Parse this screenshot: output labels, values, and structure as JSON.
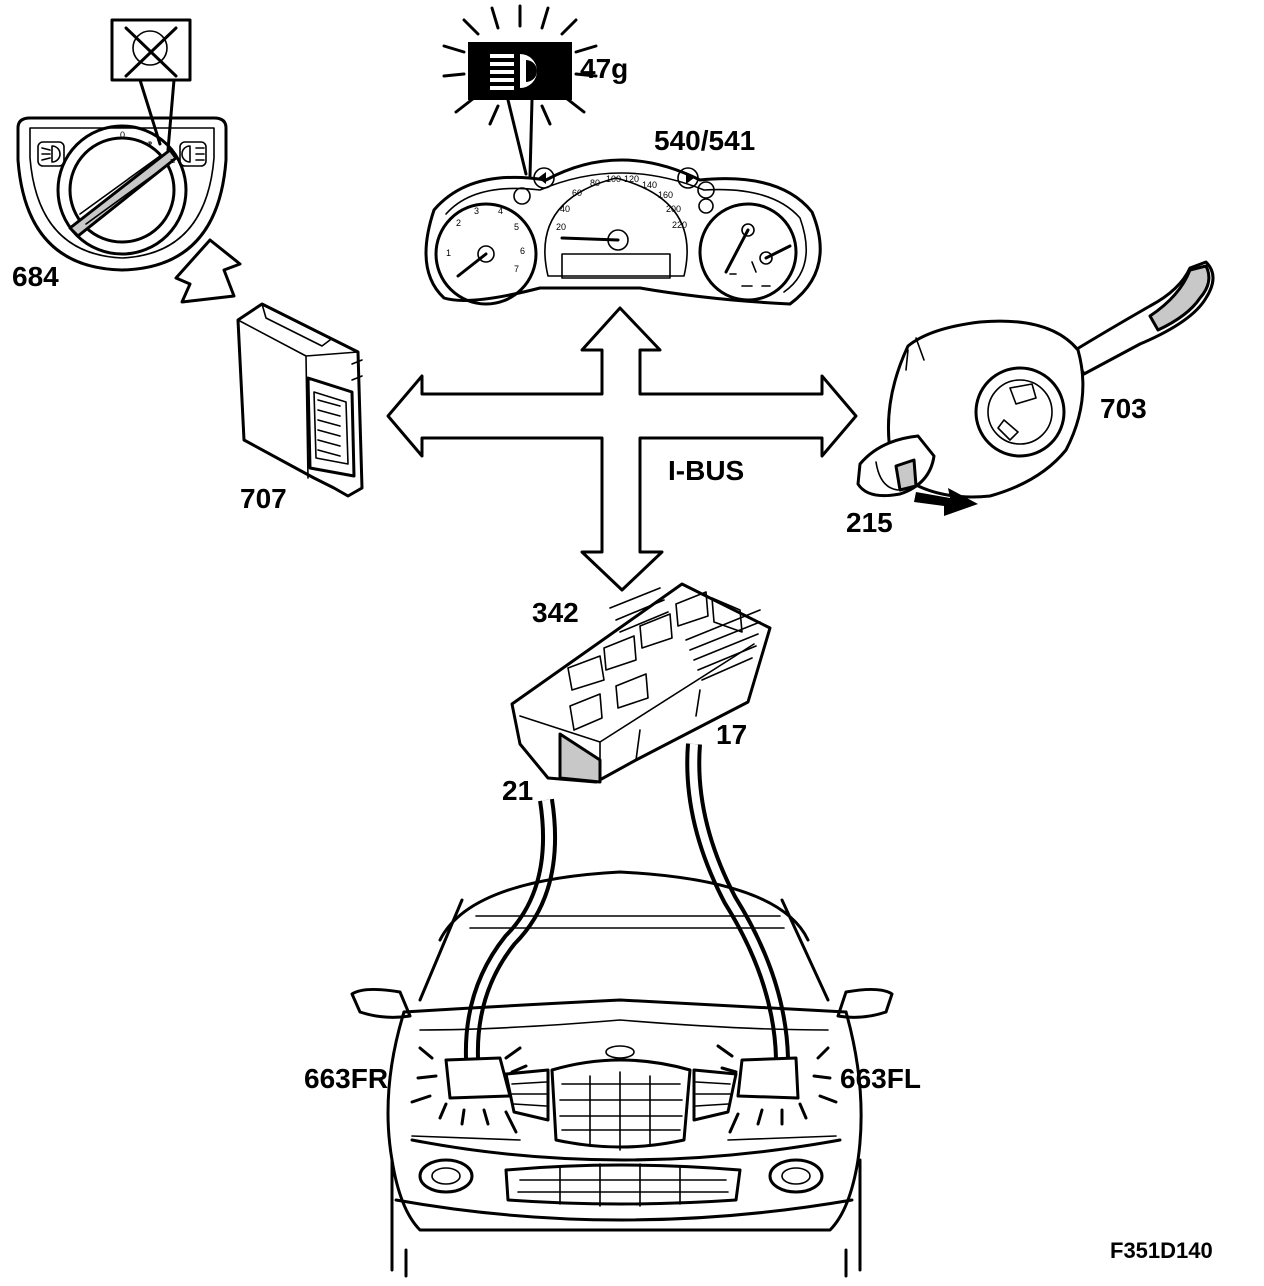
{
  "labels": {
    "switch": "684",
    "lamp_indicator": "47g",
    "instrument": "540/541",
    "control_module": "707",
    "stalk": "703",
    "stalk_switch": "215",
    "bus": "I-BUS",
    "fuse_box": "342",
    "pin_left": "21",
    "pin_right": "17",
    "lamp_right": "663FR",
    "lamp_left": "663FL",
    "figure_ref": "F351D140"
  },
  "icons": {
    "indicator": "rear-fog-light-icon",
    "crossed": "crossed-light-icon",
    "arrow": "bidirectional-arrow-icon"
  }
}
